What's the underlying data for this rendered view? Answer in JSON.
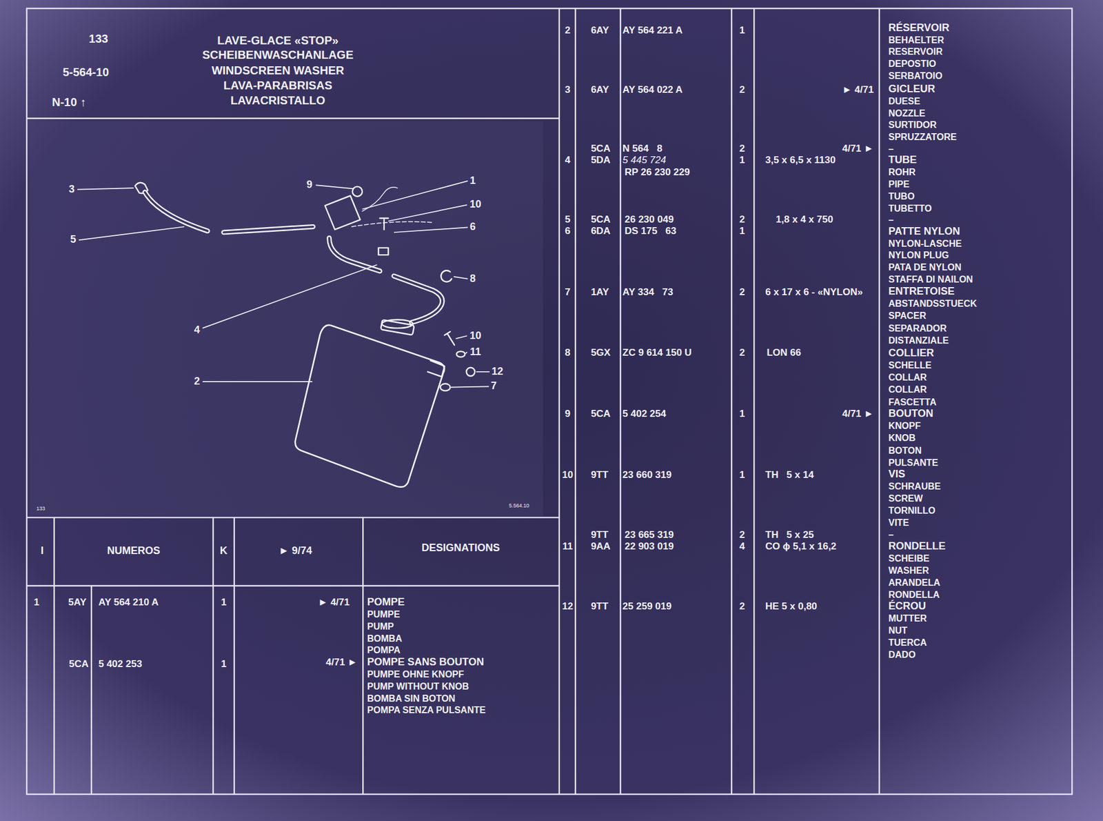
{
  "diagram": {
    "title": "LAVE-GLACE «STOP»",
    "labels": [
      "133",
      "5-564-10",
      "N-10 ↑",
      "SCHEIBENWASCHANLAGE",
      "WINDSCREEN WASHER",
      "LAVA-PARABRISAS",
      "LAVACRISTALLO",
      "3",
      "9",
      "1",
      "10",
      "6",
      "5",
      "8",
      "4",
      "10",
      "11",
      "12",
      "7",
      "2",
      "133",
      "5.564.10",
      "I",
      "NUMEROS",
      "K",
      "► 9/74",
      "DESIGNATIONS",
      "1",
      "5AY",
      "AY 564 210 A",
      "1",
      "► 4/71",
      "POMPE",
      "PUMPE",
      "PUMP",
      "BOMBA",
      "POMPA",
      "5CA",
      "5 402 253",
      "1",
      "4/71 ►",
      "POMPE SANS BOUTON",
      "PUMPE OHNE KNOPF",
      "PUMP WITHOUT KNOB",
      "BOMBA SIN BOTON",
      "POMPA SENZA PULSANTE",
      "2",
      "6AY",
      "AY 564 221 A",
      "1",
      "RÉSERVOIR",
      "BEHAELTER",
      "RESERVOIR",
      "DEPOSTIO",
      "SERBATOIO",
      "3",
      "6AY",
      "AY 564 022 A",
      "2",
      "► 4/71",
      "GICLEUR",
      "DUESE",
      "NOZZLE",
      "SURTIDOR",
      "SPRUZZATORE",
      "–",
      "5CA",
      "N 564   8",
      "2",
      "4/71 ►",
      "4",
      "5DA",
      "5 445 724",
      "RP 26 230 229",
      "1",
      "3,5 x 6,5 x 1130",
      "TUBE",
      "ROHR",
      "PIPE",
      "TUBO",
      "TUBETTO",
      "–",
      "5",
      "6",
      "5CA",
      "26 230 049",
      "2",
      "1,8 x 4 x 750",
      "6DA",
      "DS 175   63",
      "1",
      "PATTE NYLON",
      "NYLON-LASCHE",
      "NYLON PLUG",
      "PATA DE NYLON",
      "STAFFA DI NAILON",
      "7",
      "1AY",
      "AY 334   73",
      "2",
      "6 x 17 x 6 - «NYLON»",
      "ENTRETOISE",
      "ABSTANDSSTUECK",
      "SPACER",
      "SEPARADOR",
      "DISTANZIALE",
      "8",
      "5GX",
      "ZC 9 614 150 U",
      "2",
      "LON 66",
      "COLLIER",
      "SCHELLE",
      "COLLAR",
      "COLLAR",
      "FASCETTA",
      "9",
      "5CA",
      "5 402 254",
      "1",
      "4/71 ►",
      "BOUTON",
      "KNOPF",
      "KNOB",
      "BOTON",
      "PULSANTE",
      "10",
      "9TT",
      "23 660 319",
      "1",
      "TH   5 x 14",
      "VIS",
      "SCHRAUBE",
      "SCREW",
      "TORNILLO",
      "VITE",
      "–",
      "9TT",
      "23 665 319",
      "2",
      "TH   5 x 25",
      "11",
      "9AA",
      "22 903 019",
      "4",
      "CO ϕ 5,1 x 16,2",
      "RONDELLE",
      "SCHEIBE",
      "WASHER",
      "ARANDELA",
      "RONDELLA",
      "12",
      "9TT",
      "25 259 019",
      "2",
      "HE 5 x 0,80",
      "ÉCROU",
      "MUTTER",
      "NUT",
      "TUERCA",
      "DADO"
    ]
  }
}
